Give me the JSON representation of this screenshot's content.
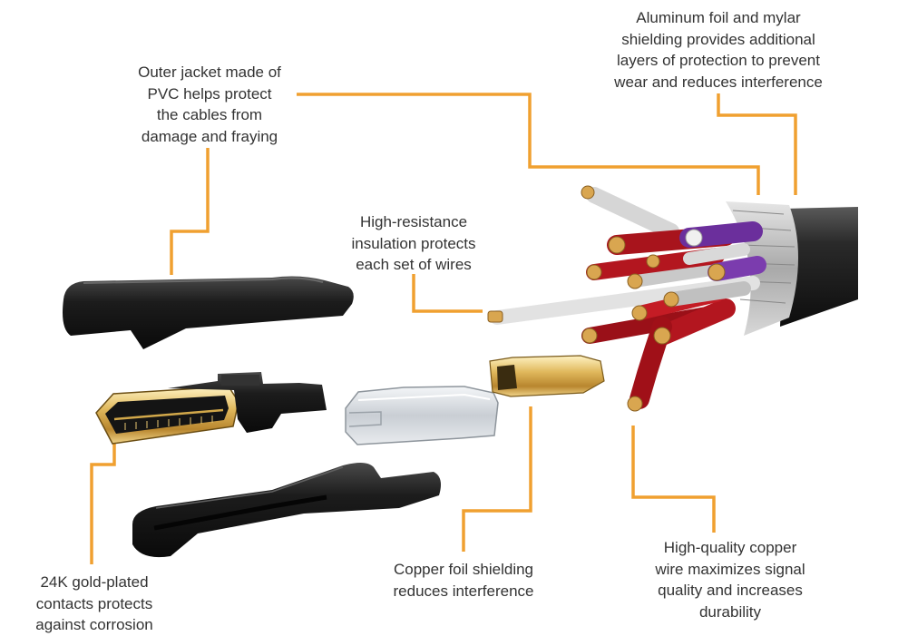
{
  "accent_color": "#f0a030",
  "callouts": {
    "outer_jacket": [
      "Outer jacket made of",
      "PVC helps protect",
      "the cables from",
      "damage and fraying"
    ],
    "aluminum_foil": [
      "Aluminum foil and mylar",
      "shielding provides additional",
      "layers of protection to prevent",
      "wear and reduces interference"
    ],
    "insulation": [
      "High-resistance",
      "insulation protects",
      "each set of wires"
    ],
    "gold_contacts": [
      "24K gold-plated",
      "contacts protects",
      "against corrosion"
    ],
    "copper_foil": [
      "Copper foil shielding",
      "reduces interference"
    ],
    "copper_wire": [
      "High-quality copper",
      "wire maximizes signal",
      "quality and increases",
      "durability"
    ]
  }
}
